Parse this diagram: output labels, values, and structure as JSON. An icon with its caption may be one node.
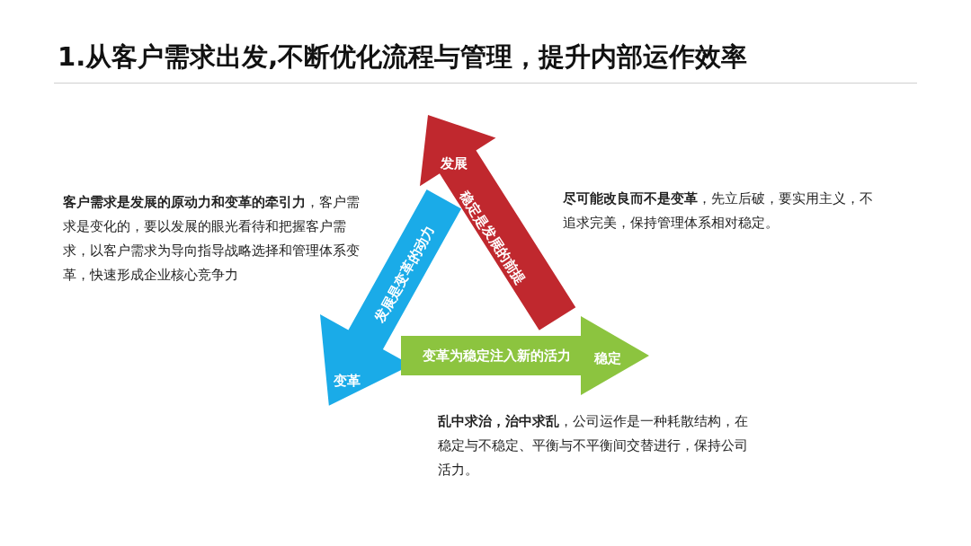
{
  "diagram": {
    "title": "1.从客户需求出发,不断优化流程与管理，提升内部运作效率",
    "nodes": [
      {
        "text": [
          "发展",
          "稳定是发展的前提"
        ]
      },
      {
        "text": [
          "发展是变革的动力",
          "变革"
        ]
      },
      {
        "text": [
          "变革为稳定注入新的活力",
          "稳定"
        ]
      }
    ],
    "labels": [
      "**客户需求是发展的原动力和变革的牵引力**，客户需求是变化的，要以发展的眼光看待和把握客户需求，以客户需求为导向指导战略选择和管理体系变革，快速形成企业核心竞争力",
      "**尽可能改良而不是变革**，先立后破，要实用主义，不追求完美，保持管理体系相对稳定。",
      "**乱中求治，治中求乱**，公司运作是一种耗散结构，在稳定与不稳定、平衡与不平衡间交替进行，保持公司活力。"
    ]
  }
}
